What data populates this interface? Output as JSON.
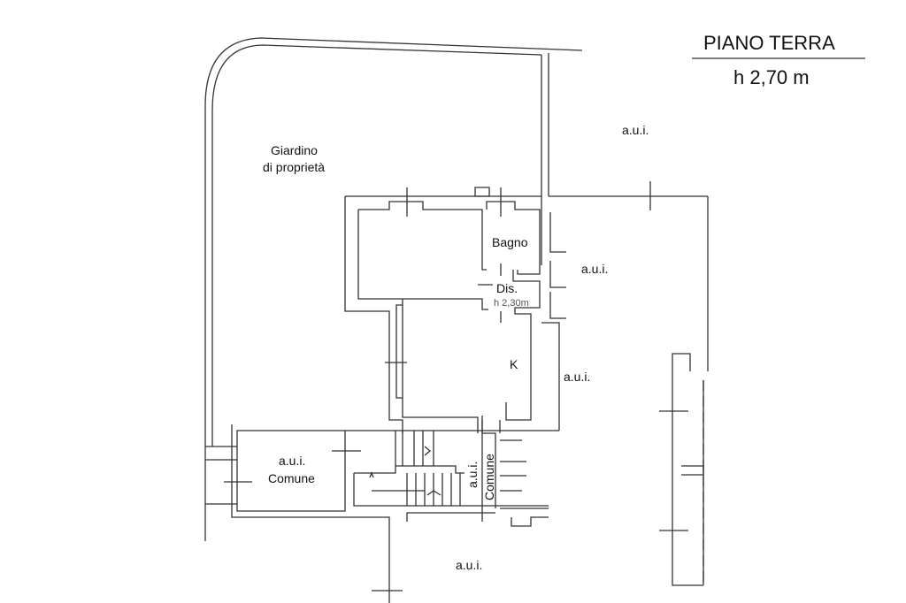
{
  "header": {
    "title": "PIANO TERRA",
    "height": "h 2,70 m"
  },
  "rooms": {
    "aui_top_right": "a.u.i.",
    "garden_line1": "Giardino",
    "garden_line2": "di proprietà",
    "bagno": "Bagno",
    "aui_right_bagno": "a.u.i.",
    "dis": "Dis.",
    "dis_height": "h 2,30m",
    "kitchen": "K",
    "aui_right_k": "a.u.i.",
    "aui_comune_line1": "a.u.i.",
    "aui_comune_line2": "Comune",
    "stair_aui": "a.u.i.",
    "stair_comune": "Comune",
    "aui_bottom": "a.u.i."
  }
}
